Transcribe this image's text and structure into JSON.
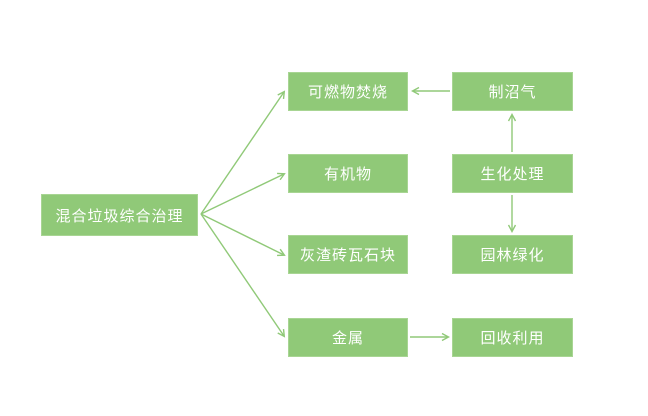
{
  "diagram": {
    "colors": {
      "node_fill": "#90c978",
      "node_border": "#a8d593",
      "node_text": "#ffffff",
      "arrow": "#90c978",
      "background": "#ffffff"
    },
    "nodes": {
      "root": {
        "label": "混合垃圾综合治理"
      },
      "burn": {
        "label": "可燃物焚烧"
      },
      "organic": {
        "label": "有机物"
      },
      "ash": {
        "label": "灰渣砖瓦石块"
      },
      "metal": {
        "label": "金属"
      },
      "biogas": {
        "label": "制沼气"
      },
      "biochem": {
        "label": "生化处理"
      },
      "landscape": {
        "label": "园林绿化"
      },
      "recycle": {
        "label": "回收利用"
      }
    },
    "edges": [
      {
        "from": "混合垃圾综合治理",
        "to": "可燃物焚烧"
      },
      {
        "from": "混合垃圾综合治理",
        "to": "有机物"
      },
      {
        "from": "混合垃圾综合治理",
        "to": "灰渣砖瓦石块"
      },
      {
        "from": "混合垃圾综合治理",
        "to": "金属"
      },
      {
        "from": "制沼气",
        "to": "可燃物焚烧"
      },
      {
        "from": "生化处理",
        "to": "制沼气"
      },
      {
        "from": "生化处理",
        "to": "园林绿化"
      },
      {
        "from": "金属",
        "to": "回收利用"
      }
    ]
  }
}
